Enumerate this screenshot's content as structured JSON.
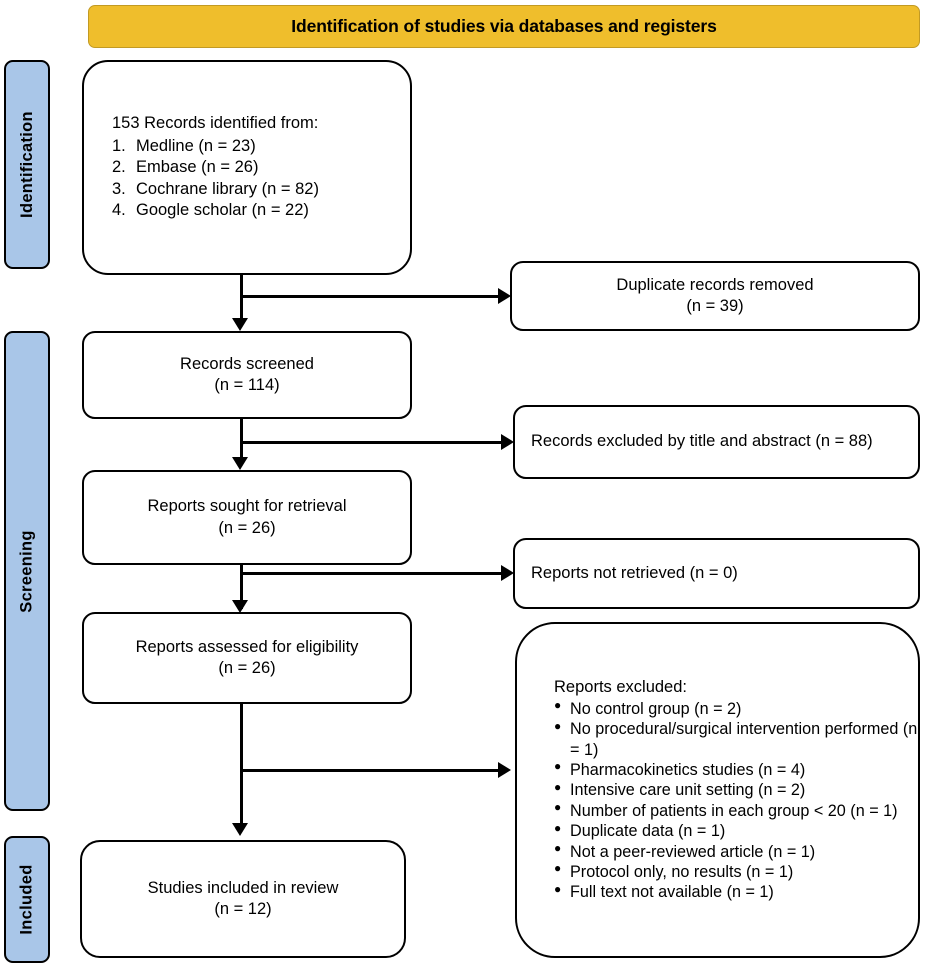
{
  "header": {
    "title": "Identification of studies via databases and registers"
  },
  "stages": [
    {
      "key": "identification",
      "label": "Identification"
    },
    {
      "key": "screening",
      "label": "Screening"
    },
    {
      "key": "included",
      "label": "Included"
    }
  ],
  "boxes": {
    "identified": {
      "lead": "153 Records identified from:",
      "sources": [
        {
          "index": "1.",
          "text": "Medline (n = 23)"
        },
        {
          "index": "2.",
          "text": "Embase (n = 26)"
        },
        {
          "index": "3.",
          "text": "Cochrane library (n = 82)"
        },
        {
          "index": "4.",
          "text": "Google scholar (n = 22)"
        }
      ]
    },
    "duplicates": {
      "line1": "Duplicate records removed",
      "line2": "(n = 39)"
    },
    "screened": {
      "line1": "Records screened",
      "line2": "(n = 114)"
    },
    "excluded_title_abstract": {
      "text": "Records excluded by title and abstract (n = 88)"
    },
    "sought": {
      "line1": "Reports sought for retrieval",
      "line2": "(n = 26)"
    },
    "not_retrieved": {
      "text": "Reports not retrieved (n = 0)"
    },
    "assessed": {
      "line1": "Reports assessed for eligibility",
      "line2": "(n = 26)"
    },
    "reports_excluded": {
      "lead": "Reports excluded:",
      "reasons": [
        "No control group (n = 2)",
        "No procedural/surgical intervention performed (n = 1)",
        "Pharmacokinetics studies (n = 4)",
        "Intensive care unit setting (n = 2)",
        "Number of patients in each group < 20 (n = 1)",
        "Duplicate data (n = 1)",
        "Not a peer-reviewed article (n = 1)",
        "Protocol only, no results (n = 1)",
        "Full text not available (n = 1)"
      ]
    },
    "included": {
      "line1": "Studies included in review",
      "line2": "(n = 12)"
    }
  },
  "colors": {
    "header_fill": "#EFBE2C",
    "stage_fill": "#A9C6E8",
    "box_border": "#000000",
    "box_fill": "#FFFFFF"
  }
}
